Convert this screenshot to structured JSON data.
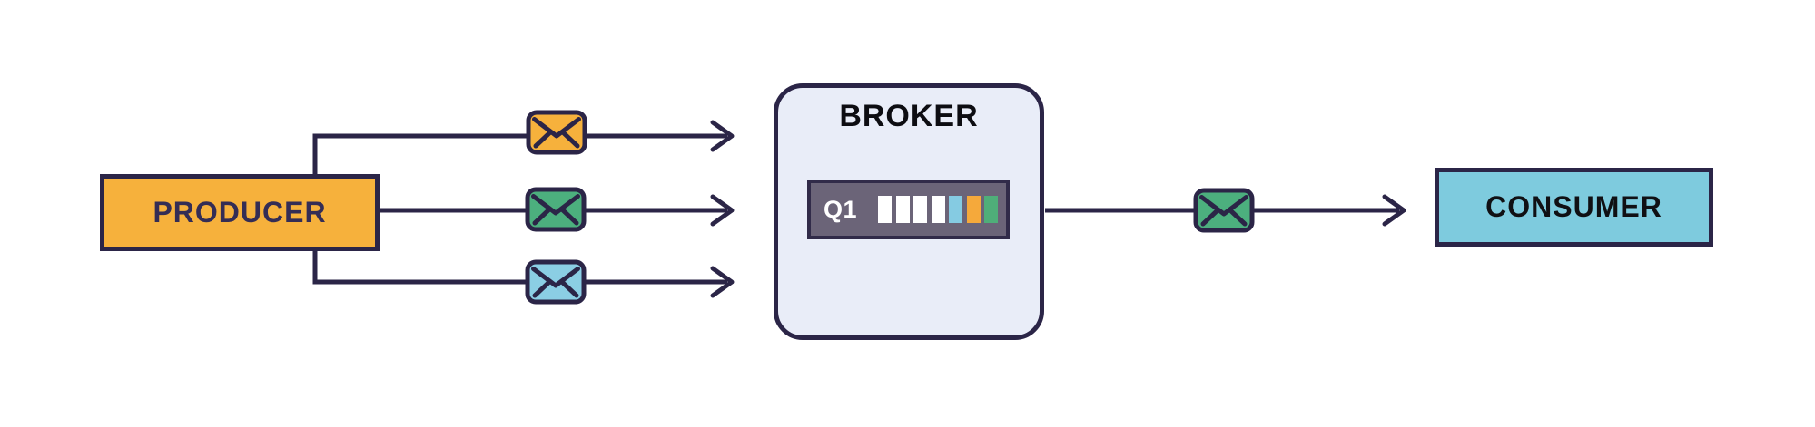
{
  "diagram": {
    "producer": {
      "label": "PRODUCER",
      "fill": "#F6B13C"
    },
    "broker": {
      "label": "BROKER",
      "fill": "#E9EDF8",
      "queue": {
        "label": "Q1",
        "fill": "#6B6478",
        "bars": [
          "#FFFFFF",
          "#FFFFFF",
          "#FFFFFF",
          "#FFFFFF",
          "#85CBE2",
          "#F5A93B",
          "#4FAE79"
        ]
      }
    },
    "consumer": {
      "label": "CONSUMER",
      "fill": "#7ECBDE"
    },
    "messages": {
      "left": [
        {
          "icon": "envelope-icon",
          "color": "#F6B13C"
        },
        {
          "icon": "envelope-icon",
          "color": "#4CAF7E"
        },
        {
          "icon": "envelope-icon",
          "color": "#8BCEE4"
        }
      ],
      "right": {
        "icon": "envelope-icon",
        "color": "#4CAF7E"
      }
    },
    "connectors": {
      "color": "#2B2547"
    }
  }
}
